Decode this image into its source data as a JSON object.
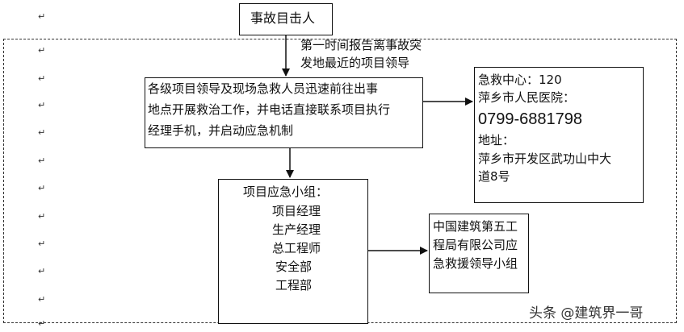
{
  "witness": {
    "label": "事故目击人"
  },
  "report_note": {
    "line1": "第一时间报告离事故突",
    "line2": "发地最近的项目领导"
  },
  "step1": {
    "line1": "各级项目领导及现场急救人员迅速前往出事",
    "line2": "地点开展救治工作，并电话直接联系项目执行",
    "line3": "经理手机，并启动应急机制"
  },
  "hospital": {
    "line1": "急救中心：120",
    "line2": "萍乡市人民医院：",
    "phone": "0799-6881798",
    "line4": "地址：",
    "line5": "萍乡市开发区武功山中大",
    "line6": "道8号"
  },
  "team": {
    "title": "项目应急小组：",
    "members": [
      "项目经理",
      "生产经理",
      "总工程师",
      "安全部",
      "工程部"
    ]
  },
  "leadership": {
    "line1": "中国建筑第五工",
    "line2": "程局有限公司应",
    "line3": "急救援领导小组"
  },
  "watermark": "头条 @建筑界一哥",
  "paragraph_mark": "↵"
}
